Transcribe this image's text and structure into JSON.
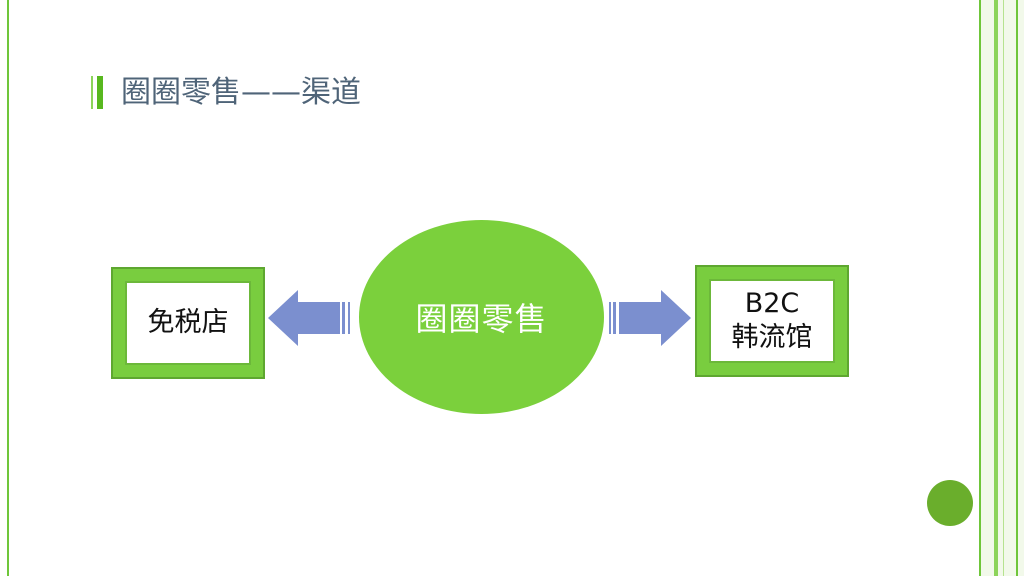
{
  "slide": {
    "title": "圈圈零售——渠道"
  },
  "diagram": {
    "center": "圈圈零售",
    "left_node": {
      "label": "免税店"
    },
    "right_node": {
      "line1": "B2C",
      "line2": "韩流馆"
    }
  },
  "colors": {
    "accent_green": "#79cd3f",
    "arrow_blue": "#7b8fcf",
    "title_text": "#4f6478"
  }
}
